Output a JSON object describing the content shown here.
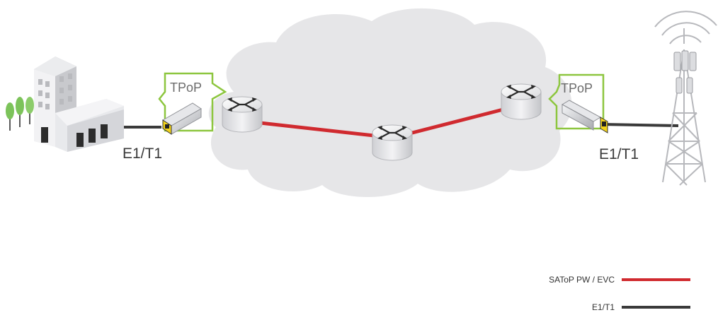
{
  "diagram": {
    "left_site": {
      "sfp_label": "TPoP",
      "link_label": "E1/T1"
    },
    "right_site": {
      "sfp_label": "TPoP",
      "link_label": "E1/T1"
    }
  },
  "legend": {
    "items": [
      {
        "label": "SAToP PW / EVC",
        "color": "#d02a2f"
      },
      {
        "label": "E1/T1",
        "color": "#3a3a3a"
      }
    ]
  },
  "colors": {
    "cloud": "#e5e5e7",
    "pseudowire": "#d02a2f",
    "tdm_link": "#3a3a3a",
    "tpop_outline": "#8dc63f",
    "sfp_port": "#f2d21a",
    "tree": "#7cc35a",
    "router_body": "#e6e7ea"
  }
}
